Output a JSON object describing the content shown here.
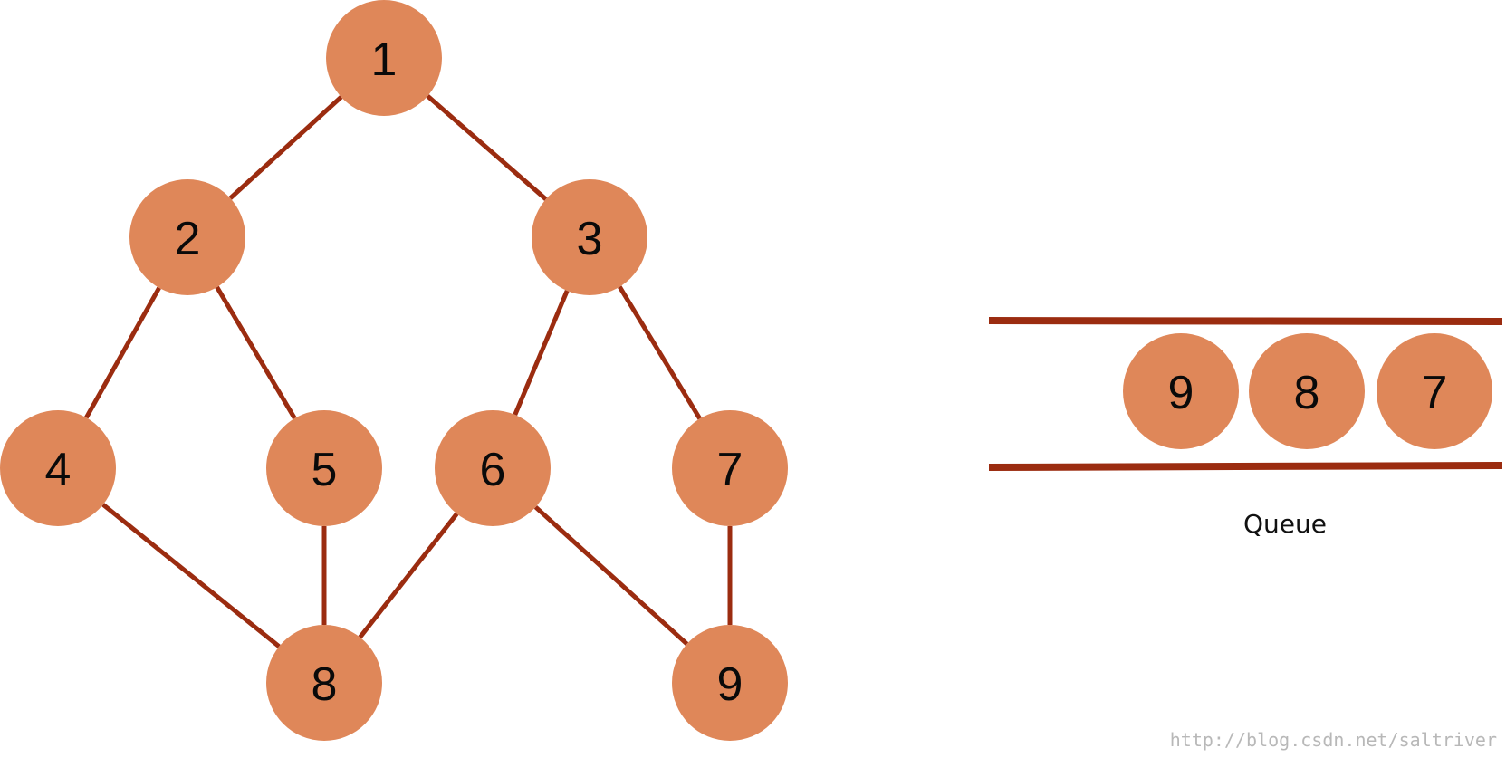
{
  "colors": {
    "node_fill": "#df8759",
    "edge": "#9b2c10",
    "queue_rail": "#9b2c10"
  },
  "graph": {
    "nodes": [
      {
        "id": "1",
        "label": "1"
      },
      {
        "id": "2",
        "label": "2"
      },
      {
        "id": "3",
        "label": "3"
      },
      {
        "id": "4",
        "label": "4"
      },
      {
        "id": "5",
        "label": "5"
      },
      {
        "id": "6",
        "label": "6"
      },
      {
        "id": "7",
        "label": "7"
      },
      {
        "id": "8",
        "label": "8"
      },
      {
        "id": "9",
        "label": "9"
      }
    ],
    "edges": [
      {
        "from": "1",
        "to": "2"
      },
      {
        "from": "1",
        "to": "3"
      },
      {
        "from": "2",
        "to": "4"
      },
      {
        "from": "2",
        "to": "5"
      },
      {
        "from": "3",
        "to": "6"
      },
      {
        "from": "3",
        "to": "7"
      },
      {
        "from": "4",
        "to": "8"
      },
      {
        "from": "5",
        "to": "8"
      },
      {
        "from": "6",
        "to": "8"
      },
      {
        "from": "6",
        "to": "9"
      },
      {
        "from": "7",
        "to": "9"
      }
    ]
  },
  "queue": {
    "items": [
      "9",
      "8",
      "7"
    ],
    "caption": "Queue"
  },
  "watermark": "http://blog.csdn.net/saltriver"
}
